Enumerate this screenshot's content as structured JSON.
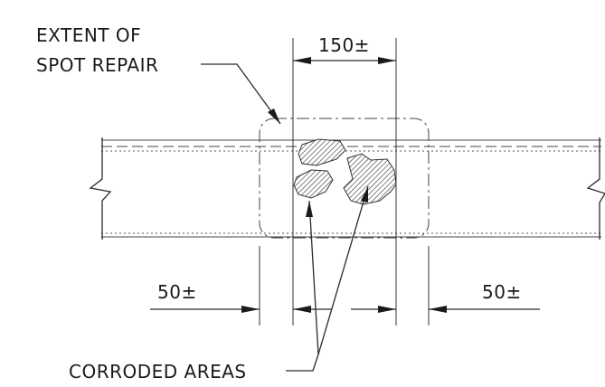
{
  "labels": {
    "extent_line1": "EXTENT OF",
    "extent_line2": "SPOT REPAIR",
    "dim_top": "150±",
    "dim_left": "50±",
    "dim_right": "50±",
    "corroded": "CORRODED AREAS"
  }
}
